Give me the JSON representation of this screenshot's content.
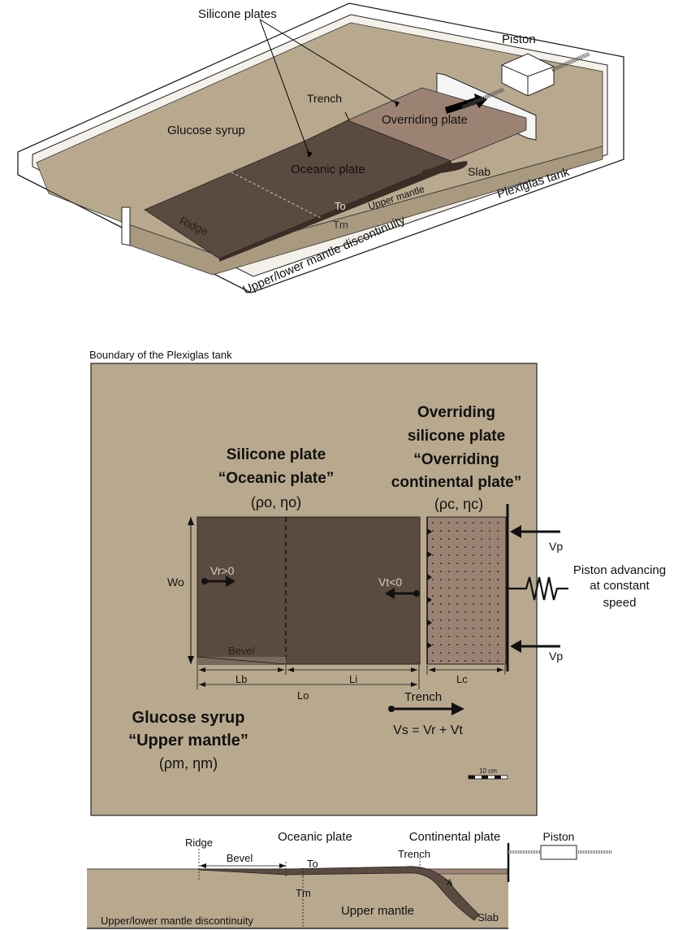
{
  "panel_top": {
    "silicone_plates": "Silicone plates",
    "piston": "Piston",
    "trench": "Trench",
    "overriding_plate": "Overriding plate",
    "glucose_syrup": "Glucose syrup",
    "oceanic_plate": "Oceanic plate",
    "slab": "Slab",
    "plexiglas_tank": "Plexiglas tank",
    "to": "To",
    "upper_mantle": "Upper mantle",
    "tm": "Tm",
    "ridge": "Ridge",
    "discontinuity": "Upper/lower mantle discontinuity"
  },
  "panel_mid": {
    "boundary": "Boundary of the Plexiglas tank",
    "silicone_plate": "Silicone plate",
    "oceanic_plate_q": "“Oceanic plate”",
    "oceanic_params": "(ρo, ηo)",
    "overriding_1": "Overriding",
    "overriding_2": "silicone plate",
    "overriding_3": "“Overriding",
    "overriding_4": "continental plate”",
    "continental_params": "(ρc, ηc)",
    "vp_top": "Vp",
    "vp_bottom": "Vp",
    "piston_1": "Piston advancing",
    "piston_2": "at constant",
    "piston_3": "speed",
    "wo": "Wo",
    "vr": "Vr>0",
    "vt": "Vt<0",
    "bevel": "Bevel",
    "lb": "Lb",
    "li": "Li",
    "lc": "Lc",
    "lo": "Lo",
    "trench": "Trench",
    "vs_eq": "Vs = Vr + Vt",
    "glucose_1": "Glucose syrup",
    "glucose_2": "“Upper mantle”",
    "mantle_params": "(ρm, ηm)",
    "scale": "10 cm"
  },
  "panel_bottom": {
    "ridge": "Ridge",
    "oceanic_plate": "Oceanic plate",
    "continental_plate": "Continental plate",
    "piston": "Piston",
    "bevel": "Bevel",
    "trench": "Trench",
    "to": "To",
    "tm": "Tm",
    "upper_mantle": "Upper mantle",
    "angle": "A",
    "slab": "Slab",
    "discontinuity": "Upper/lower mantle discontinuity"
  },
  "colors": {
    "syrup": "#b8a98e",
    "oceanic": "#5b4a40",
    "continental": "#9c8272",
    "tank_frame": "#ffffff",
    "ink": "#111111"
  }
}
